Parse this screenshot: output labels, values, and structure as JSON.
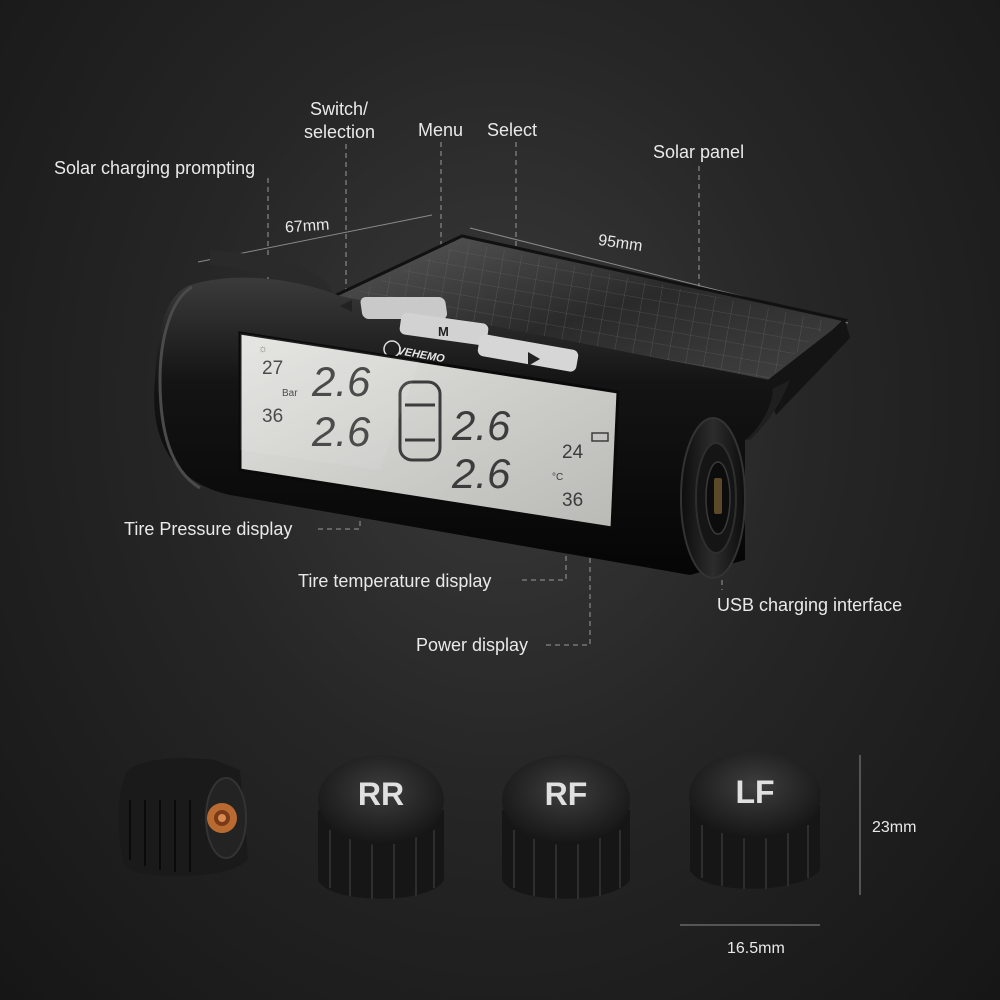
{
  "callouts": {
    "switch": "Switch/",
    "switch2": "selection",
    "menu": "Menu",
    "select": "Select",
    "solar_panel": "Solar panel",
    "solar_prompt": "Solar charging prompting",
    "tire_pressure": "Tire Pressure display",
    "tire_temp": "Tire temperature display",
    "power": "Power display",
    "usb": "USB charging interface"
  },
  "dimensions": {
    "depth": "67mm",
    "width": "95mm",
    "sensor_height": "23mm",
    "sensor_width": "16.5mm"
  },
  "device": {
    "brand": "VEHEMO",
    "menu_key": "M",
    "pressure_fl": "2.6",
    "pressure_rl": "2.6",
    "pressure_fr": "2.6",
    "pressure_rr": "2.6",
    "temp_fl": "27",
    "temp_rl": "36",
    "temp_fr": "24",
    "temp_rr": "36",
    "unit": "Bar",
    "temp_unit": "°C"
  },
  "sensors": {
    "rr": "RR",
    "rf": "RF",
    "lf": "LF"
  }
}
